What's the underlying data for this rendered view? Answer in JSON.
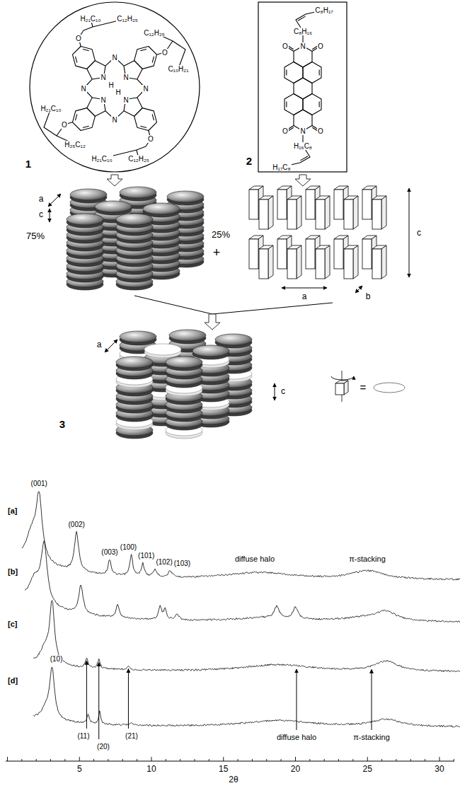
{
  "diagram": {
    "nodes": [
      {
        "text": [
          "H₂₁C₁₀",
          "C₁₂H₂₅",
          "C₁₂H₂₅",
          "O",
          "O",
          "N",
          "C₁₀H₂₁",
          "N",
          "N",
          "H",
          "N",
          "N",
          "H",
          "N",
          "N",
          "H₂₁C₁₀",
          "N",
          "O",
          "O",
          "H₂₅C₁₂",
          "H₂₁C₁₀",
          "C₁₂H₂₅",
          "1"
        ]
      },
      {
        "text": [
          "C₈H₁₇",
          "C₈H₁₆",
          "O",
          "N",
          "O",
          "O",
          "N",
          "O",
          "H₁₆C₈",
          "H₁₇C₈",
          "2"
        ]
      }
    ],
    "labels": [
      "a",
      "c",
      "75%",
      "25%",
      "c",
      "+",
      "a",
      "b",
      "a",
      "=",
      "c",
      "3",
      "(001)",
      "(002)",
      "(003)",
      "(100)",
      "(101)",
      "(102)",
      "(103)",
      "[a]",
      "diffuse halo",
      "π-stacking",
      "[b]",
      "[c]",
      "(10)",
      "[d]",
      "(11)",
      "(20)",
      "(21)",
      "diffuse halo",
      "π-stacking",
      "5",
      "10",
      "15",
      "20",
      "25",
      "30",
      "2θ"
    ]
  }
}
